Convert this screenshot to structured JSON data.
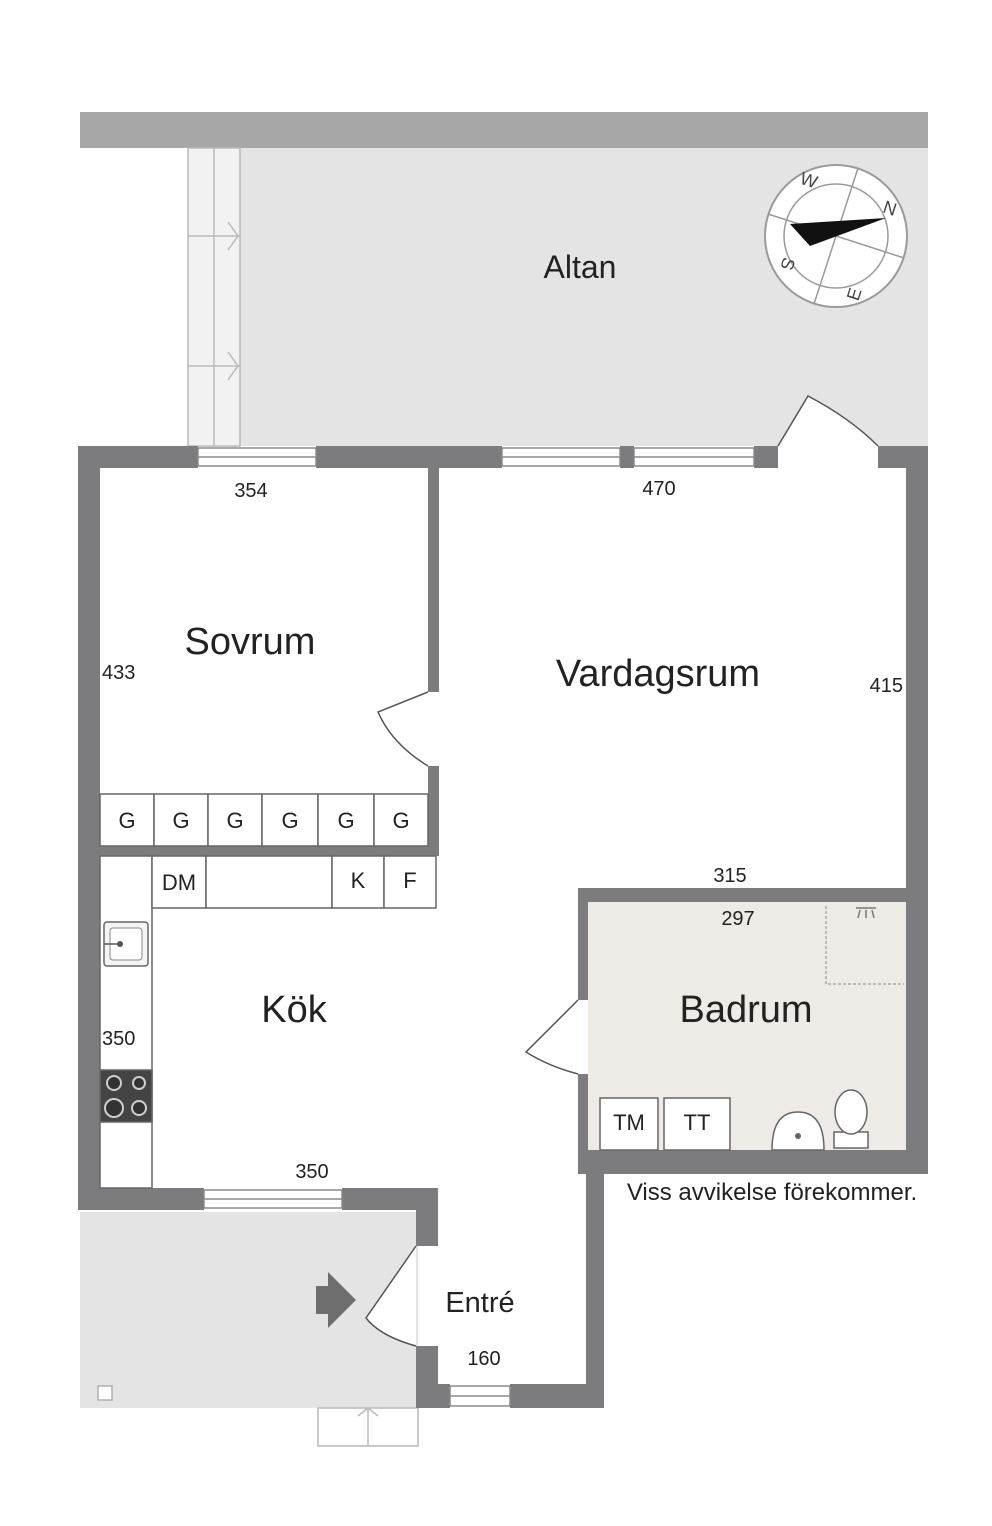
{
  "rooms": {
    "altan": "Altan",
    "sovrum": "Sovrum",
    "vardagsrum": "Vardagsrum",
    "kok": "Kök",
    "badrum": "Badrum",
    "entre": "Entré"
  },
  "dimensions": {
    "sovrum_width": "354",
    "sovrum_height": "433",
    "vardagsrum_width": "470",
    "vardagsrum_height": "415",
    "badrum_outer_width": "315",
    "badrum_inner_width": "297",
    "kok_width": "350",
    "kok_height": "350",
    "entre_width": "160"
  },
  "wardrobes": [
    "G",
    "G",
    "G",
    "G",
    "G",
    "G"
  ],
  "kitchen_units": {
    "dishwasher": "DM",
    "fridge": "K",
    "freezer": "F"
  },
  "bathroom_units": {
    "washing_machine": "TM",
    "dryer": "TT"
  },
  "compass": {
    "n": "N",
    "s": "S",
    "e": "E",
    "w": "W"
  },
  "disclaimer": "Viss avvikelse förekommer.",
  "colors": {
    "wall": "#7c7c7e",
    "outdoor": "#e4e4e4",
    "bathroom_floor": "#eeebe6"
  }
}
